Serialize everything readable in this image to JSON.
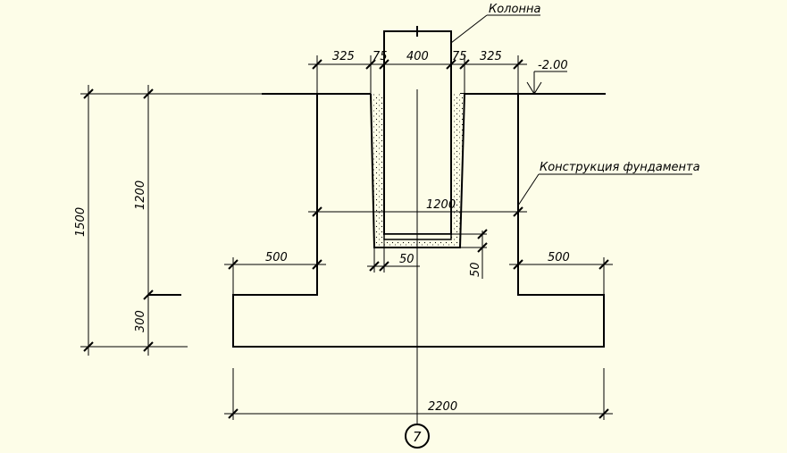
{
  "labels": {
    "column": "Колонна",
    "foundation": "Конструкция фундамента",
    "elevation": "-2.00"
  },
  "dims": {
    "top_325_left": "325",
    "top_75_left": "75",
    "top_400": "400",
    "top_75_right": "75",
    "top_325_right": "325",
    "width_1200": "1200",
    "gap_50_bottom": "50",
    "gap_50_side": "50",
    "step_500_left": "500",
    "step_500_right": "500",
    "total_2200": "2200",
    "height_1500": "1500",
    "height_1200": "1200",
    "height_300": "300"
  },
  "axis": {
    "marker": "7"
  }
}
